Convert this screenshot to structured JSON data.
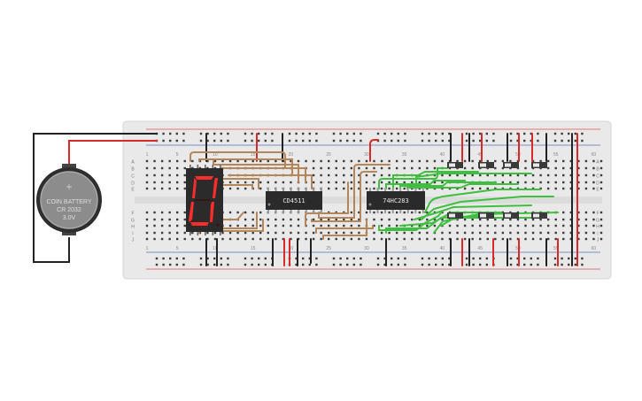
{
  "battery": {
    "line1": "COIN BATTERY",
    "line2": "CR 2032",
    "line3": "3.0V",
    "plus": "+"
  },
  "chips": {
    "decoder": "CD4511",
    "adder": "74HC283"
  },
  "display": {
    "digit": "0"
  },
  "breadboard": {
    "row_labels_top": [
      "A",
      "B",
      "C",
      "D",
      "E"
    ],
    "row_labels_bottom": [
      "F",
      "G",
      "H",
      "I",
      "J"
    ],
    "column_numbers": [
      "1",
      "5",
      "10",
      "15",
      "20",
      "25",
      "30",
      "35",
      "40",
      "45",
      "50",
      "55",
      "60"
    ]
  },
  "colors": {
    "board": "#e9e9e9",
    "hole": "#3c3c3c",
    "wire_brown": "#b5865a",
    "wire_green": "#3fbf3f",
    "wire_red": "#d92a2a",
    "wire_black": "#222222",
    "rail_red": "#e05050",
    "rail_blue": "#5a6fb0",
    "segment_on": "#ff2c2c",
    "segment_off": "#3a1414",
    "chip": "#2a2a2a",
    "battery": "#8c8c8c"
  }
}
